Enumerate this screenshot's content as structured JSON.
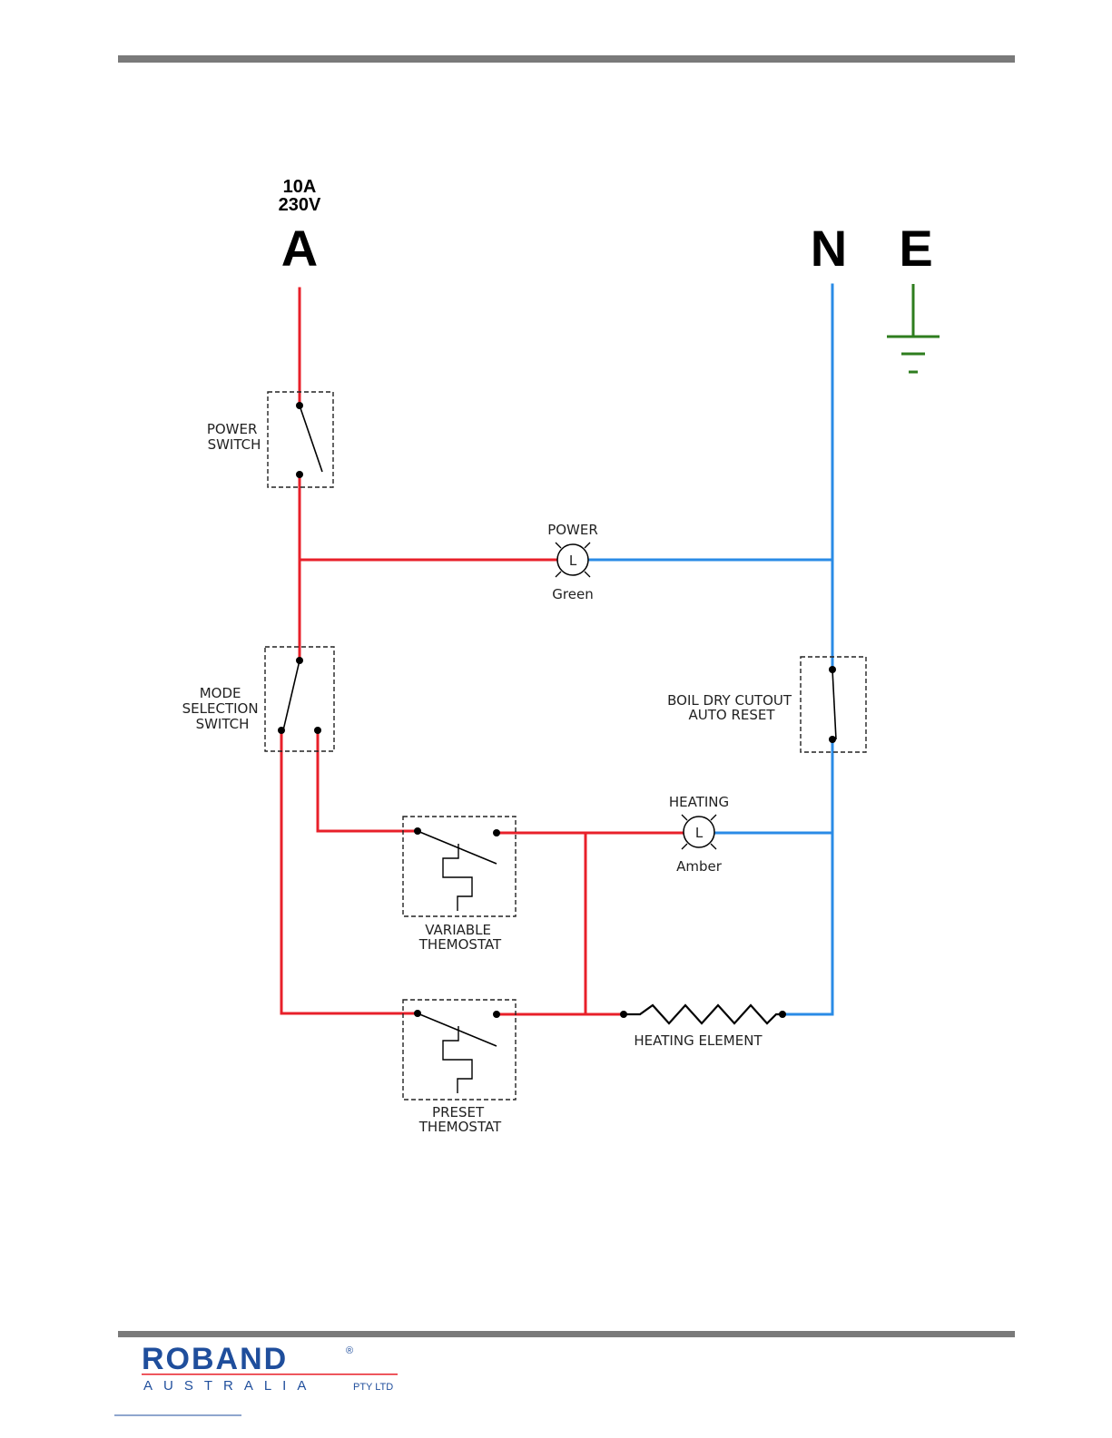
{
  "supply": {
    "rating_current": "10A",
    "rating_voltage": "230V",
    "active": "A",
    "neutral": "N",
    "earth": "E"
  },
  "components": {
    "power_switch": [
      "POWER",
      "SWITCH"
    ],
    "power_lamp_title": "POWER",
    "power_lamp_symbol": "L",
    "power_lamp_colour": "Green",
    "mode_switch": [
      "MODE",
      "SELECTION",
      "SWITCH"
    ],
    "boil_dry": [
      "BOIL DRY CUTOUT",
      "AUTO RESET"
    ],
    "heating_lamp_title": "HEATING",
    "heating_lamp_symbol": "L",
    "heating_lamp_colour": "Amber",
    "variable_thermostat": [
      "VARIABLE",
      "THEMOSTAT"
    ],
    "preset_thermostat": [
      "PRESET",
      "THEMOSTAT"
    ],
    "heating_element": "HEATING ELEMENT"
  },
  "footer": {
    "brand": "ROBAND",
    "brand_mark": "®",
    "brand_sub": "AUSTRALIA",
    "brand_pty": "PTY LTD"
  },
  "colors": {
    "active_wire": "#e8202a",
    "neutral_wire": "#2a8be6",
    "earth_wire": "#2e7d1e",
    "rule": "#7a7a7a",
    "brand": "#1f4e9c"
  }
}
